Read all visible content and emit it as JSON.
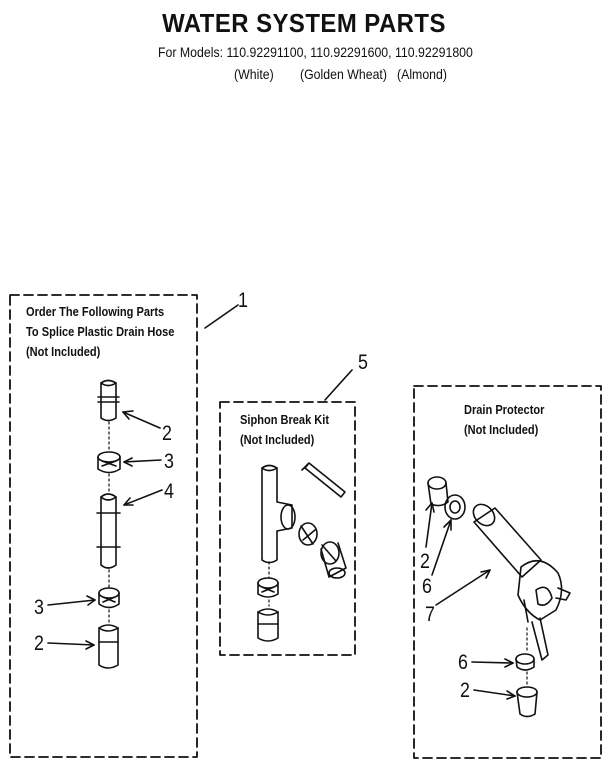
{
  "header": {
    "title": "WATER SYSTEM PARTS",
    "models": "For Models: 110.92291100, 110.92291600, 110.92291800",
    "colors": [
      "(White)",
      "(Golden Wheat)",
      "(Almond)"
    ]
  },
  "splice_kit": {
    "lines": [
      "Order The Following Parts",
      "To Splice Plastic Drain Hose",
      "(Not Included)"
    ],
    "ref": "1",
    "callouts": [
      "2",
      "3",
      "4",
      "3",
      "2"
    ]
  },
  "siphon_kit": {
    "lines": [
      "Siphon Break Kit",
      "(Not Included)"
    ],
    "ref": "5"
  },
  "drain_protector": {
    "lines": [
      "Drain Protector",
      "(Not Included)"
    ],
    "callouts": [
      "2",
      "6",
      "7",
      "6",
      "2"
    ]
  }
}
